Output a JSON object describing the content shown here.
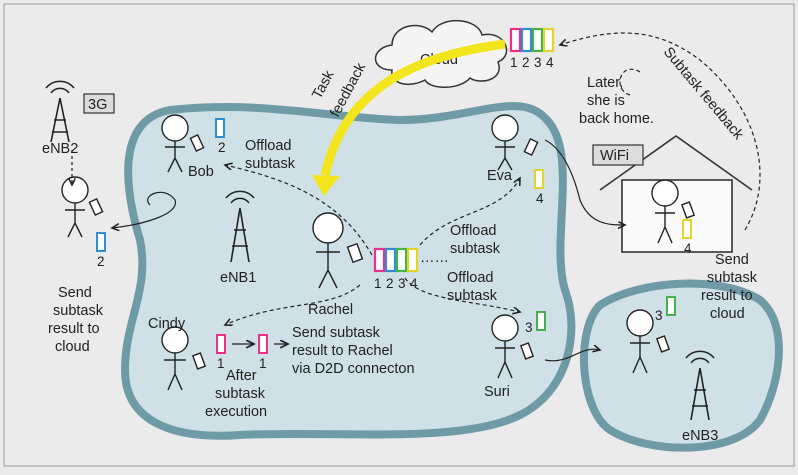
{
  "colors": {
    "background": "#ebebeb",
    "region_fill": "#cfe1e7",
    "region_stroke": "#6f9ba6",
    "arrow_yellow": "#f3e51b",
    "slot1": "#ee2e8a",
    "slot2": "#2f8fd6",
    "slot3": "#42b24a",
    "slot4": "#e3d52b"
  },
  "cloud": {
    "label": "Cloud",
    "slots": [
      "1",
      "2",
      "3",
      "4"
    ]
  },
  "task_feedback": {
    "line1": "Task",
    "line2": "feedback"
  },
  "subtask_feedback": "Subtask feedback",
  "later_note": {
    "line1": "Later,",
    "line2": "she is",
    "line3": "back home."
  },
  "wifi": "WiFi",
  "g3": "3G",
  "stations": {
    "enb1": "eNB1",
    "enb2": "eNB2",
    "enb3": "eNB3"
  },
  "people": {
    "bob": "Bob",
    "eva": "Eva",
    "rachel": "Rachel",
    "cindy": "Cindy",
    "suri": "Suri"
  },
  "rachel_slots": {
    "labels": [
      "1",
      "2",
      "3",
      "4"
    ],
    "dots": "……"
  },
  "offload_bob": {
    "line1": "Offload",
    "line2": "subtask"
  },
  "offload_eva": {
    "line1": "Offload",
    "line2": "subtask"
  },
  "offload_suri": {
    "line1": "Offload",
    "line2": "subtask"
  },
  "send_left": {
    "line1": "Send",
    "line2": "subtask",
    "line3": "result to",
    "line4": "cloud"
  },
  "send_right": {
    "line1": "Send",
    "line2": "subtask",
    "line3": "result to",
    "line4": "cloud"
  },
  "send_rachel": {
    "line1": "Send subtask",
    "line2": "result to Rachel",
    "line3": "via D2D connecton"
  },
  "after_exec": {
    "line1": "After",
    "line2": "subtask",
    "line3": "execution"
  },
  "task_numbers": {
    "bob": "2",
    "enb2_user": "2",
    "eva": "4",
    "home": "4",
    "suri": "3",
    "enb3_user": "3",
    "cindy_a": "1",
    "cindy_b": "1"
  }
}
